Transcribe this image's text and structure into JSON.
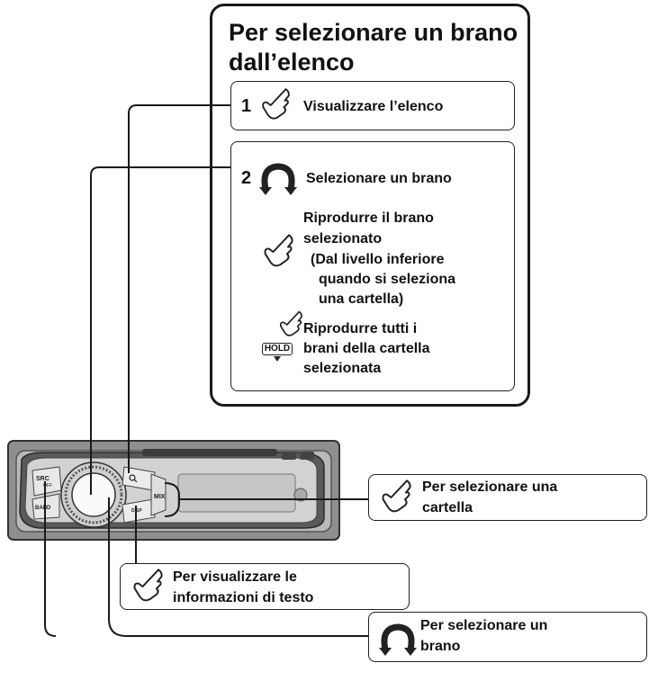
{
  "panel": {
    "title_line1": "Per selezionare un brano",
    "title_line2": "dall’elenco",
    "step1": {
      "number": "1",
      "icon": "press-finger-icon",
      "text": "Visualizzare l’elenco"
    },
    "step2": {
      "number": "2",
      "icon": "rotate-knob-icon",
      "text": "Selezionare un brano",
      "play_icon": "press-finger-icon",
      "play_lines": [
        "Riprodurre il brano",
        "selezionato"
      ],
      "note_lines": [
        "(Dal livello inferiore",
        "quando si seleziona",
        "una cartella)"
      ],
      "hold_icon": "press-hold-icon",
      "hold_badge": "HOLD",
      "hold_lines": [
        "Riprodurre tutti i",
        "brani della cartella",
        "selezionata"
      ]
    }
  },
  "device": {
    "name": "car-stereo-front-panel",
    "button_labels": {
      "src": "SRC",
      "src_sub": "OFF",
      "band": "BAND",
      "mix": "MIX",
      "disp": "DISP"
    }
  },
  "callouts": {
    "folder": {
      "icon": "press-finger-icon",
      "lines": [
        "Per selezionare una",
        "cartella"
      ]
    },
    "text_info": {
      "icon": "press-finger-icon",
      "lines": [
        "Per visualizzare le",
        "informazioni di testo"
      ]
    },
    "track": {
      "icon": "rotate-knob-icon",
      "lines": [
        "Per selezionare un",
        "brano"
      ]
    }
  },
  "colors": {
    "line": "#1a1a1a",
    "device_gray": "#9a9a9a",
    "device_dark": "#3c3c3c",
    "background": "#ffffff"
  }
}
